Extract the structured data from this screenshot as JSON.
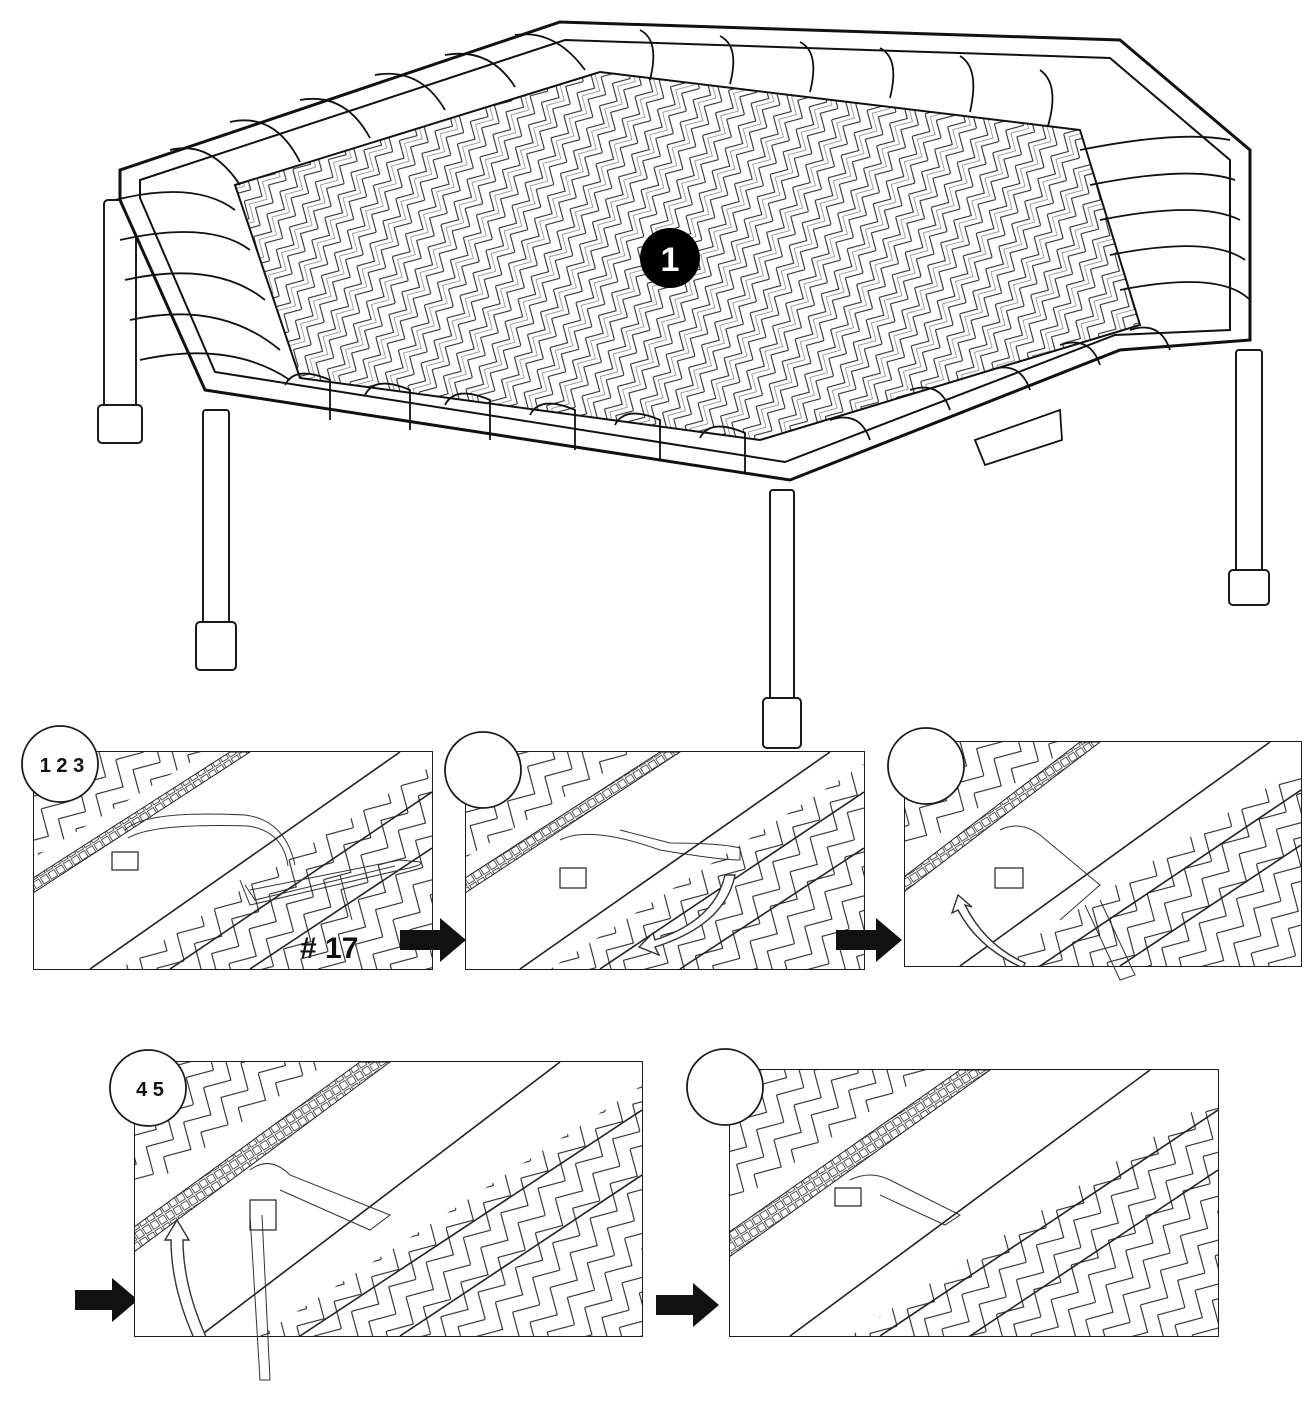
{
  "diagram": {
    "mat_badge": "1",
    "part_label": "# 17",
    "steps": [
      {
        "panel": "panel-1",
        "label": "1 2 3"
      },
      {
        "panel": "panel-2",
        "label": ""
      },
      {
        "panel": "panel-3",
        "label": ""
      },
      {
        "panel": "panel-4",
        "label": "4 5"
      },
      {
        "panel": "panel-5",
        "label": ""
      }
    ]
  }
}
